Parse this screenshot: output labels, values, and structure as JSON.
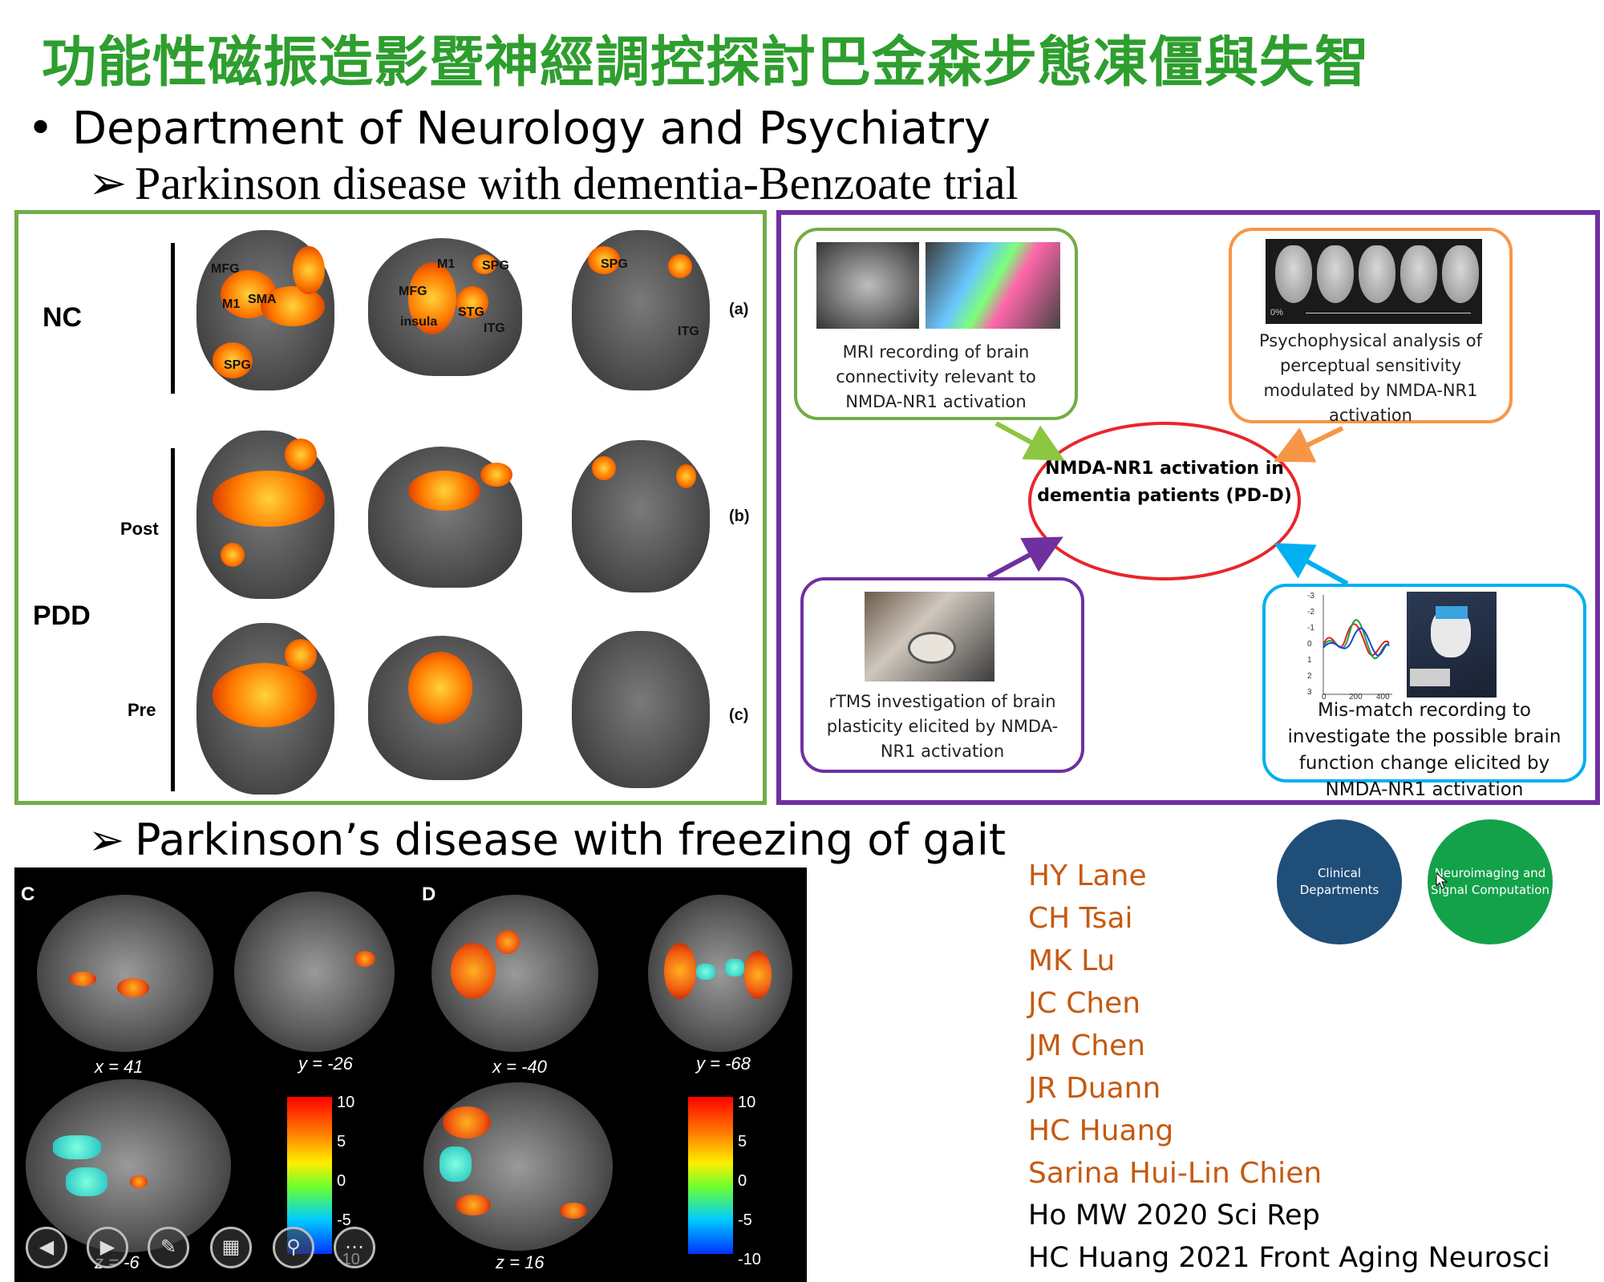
{
  "title": "功能性磁振造影暨神經調控探討巴金森步態凍僵與失智",
  "bullet": "•",
  "department": "Department of Neurology and Psychiatry",
  "arrow": "➢",
  "subtitle1": "Parkinson disease with dementia-Benzoate trial",
  "subtitle2": "Parkinson’s disease with freezing of gait",
  "brain_panel": {
    "group_nc": "NC",
    "group_pdd": "PDD",
    "row_post": "Post",
    "row_pre": "Pre",
    "tag_a": "(a)",
    "tag_b": "(b)",
    "tag_c": "(c)",
    "region_labels": [
      "MFG",
      "M1",
      "SMA",
      "SPG",
      "M1",
      "SPG",
      "MFG",
      "insula",
      "STG",
      "ITG",
      "SPG",
      "ITG"
    ]
  },
  "diagram": {
    "mri_box": "MRI recording of brain connectivity relevant to NMDA-NR1 activation",
    "psych_box": "Psychophysical analysis of perceptual sensitivity modulated by NMDA-NR1 activation",
    "psych_scale": "0%",
    "center": "NMDA-NR1 activation in dementia patients (PD-D)",
    "rtms_box": "rTMS investigation of brain plasticity elicited by NMDA-NR1 activation",
    "mmn_box": "Mis-match recording to investigate the possible brain function change elicited by NMDA-NR1 activation",
    "mmn_yticks": [
      "-3",
      "-2",
      "-1",
      "0",
      "1",
      "2",
      "3"
    ],
    "mmn_xticks": [
      "0",
      "200",
      "400"
    ],
    "colors": {
      "mri": "#70ad47",
      "psych": "#f79646",
      "rtms": "#7030a0",
      "mmn": "#00b0f0",
      "center": "#e8262a"
    }
  },
  "scan_panel": {
    "label_c": "C",
    "label_d": "D",
    "coords": [
      "x = 41",
      "y = -26",
      "x = -40",
      "y = -68",
      "z = -6",
      "z = 16"
    ],
    "colorbar_ticks": [
      "10",
      "5",
      "0",
      "-5",
      "-10"
    ]
  },
  "authors": [
    {
      "name": "HY Lane",
      "color": "#c55a11"
    },
    {
      "name": "CH Tsai",
      "color": "#c55a11"
    },
    {
      "name": "MK Lu",
      "color": "#c55a11"
    },
    {
      "name": "JC Chen",
      "color": "#c55a11"
    },
    {
      "name": "JM Chen",
      "color": "#c55a11"
    },
    {
      "name": "JR Duann",
      "color": "#c55a11"
    },
    {
      "name": "HC Huang",
      "color": "#c55a11"
    },
    {
      "name": "Sarina Hui-Lin Chien",
      "color": "#c55a11"
    },
    {
      "name": "Ho MW 2020 Sci Rep",
      "color": "#000000"
    },
    {
      "name": "HC Huang 2021 Front Aging Neurosci",
      "color": "#000000"
    }
  ],
  "circles": {
    "clinical": "Clinical Departments",
    "neuro": "Neuroimaging and Signal Computation",
    "clinical_color": "#1f4e79",
    "neuro_color": "#13a24a"
  }
}
